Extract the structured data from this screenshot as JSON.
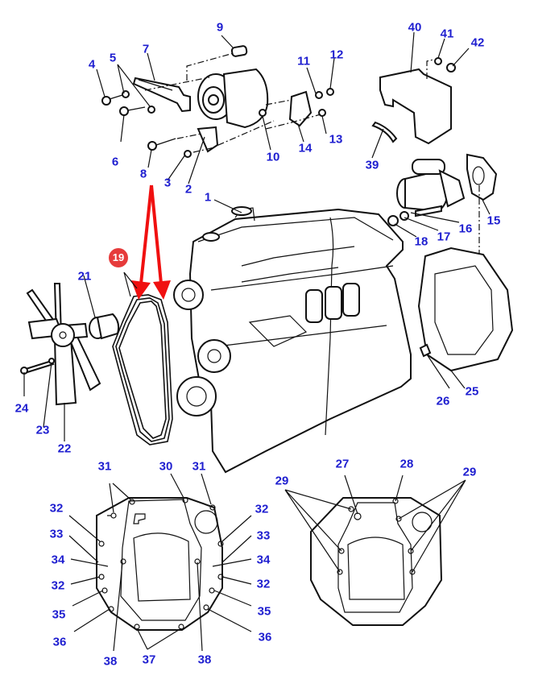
{
  "diagram": {
    "title": "Engine exploded parts diagram",
    "label_color": "#1f1fd0",
    "highlight_color": "#e63b3b",
    "arrow_color": "#f01010",
    "highlighted_part": "19",
    "labels": [
      {
        "id": "1",
        "text": "1"
      },
      {
        "id": "2",
        "text": "2"
      },
      {
        "id": "3",
        "text": "3"
      },
      {
        "id": "4",
        "text": "4"
      },
      {
        "id": "5",
        "text": "5"
      },
      {
        "id": "6",
        "text": "6"
      },
      {
        "id": "7",
        "text": "7"
      },
      {
        "id": "8",
        "text": "8"
      },
      {
        "id": "9",
        "text": "9"
      },
      {
        "id": "10",
        "text": "10"
      },
      {
        "id": "11",
        "text": "11"
      },
      {
        "id": "12",
        "text": "12"
      },
      {
        "id": "13",
        "text": "13"
      },
      {
        "id": "14",
        "text": "14"
      },
      {
        "id": "15",
        "text": "15"
      },
      {
        "id": "16",
        "text": "16"
      },
      {
        "id": "17",
        "text": "17"
      },
      {
        "id": "18",
        "text": "18"
      },
      {
        "id": "19",
        "text": "19"
      },
      {
        "id": "21",
        "text": "21"
      },
      {
        "id": "22",
        "text": "22"
      },
      {
        "id": "23",
        "text": "23"
      },
      {
        "id": "24",
        "text": "24"
      },
      {
        "id": "25",
        "text": "25"
      },
      {
        "id": "26",
        "text": "26"
      },
      {
        "id": "27",
        "text": "27"
      },
      {
        "id": "28",
        "text": "28"
      },
      {
        "id": "29a",
        "text": "29"
      },
      {
        "id": "29b",
        "text": "29"
      },
      {
        "id": "30",
        "text": "30"
      },
      {
        "id": "31a",
        "text": "31"
      },
      {
        "id": "31b",
        "text": "31"
      },
      {
        "id": "32a",
        "text": "32"
      },
      {
        "id": "32b",
        "text": "32"
      },
      {
        "id": "32c",
        "text": "32"
      },
      {
        "id": "32d",
        "text": "32"
      },
      {
        "id": "33a",
        "text": "33"
      },
      {
        "id": "33b",
        "text": "33"
      },
      {
        "id": "34a",
        "text": "34"
      },
      {
        "id": "34b",
        "text": "34"
      },
      {
        "id": "35a",
        "text": "35"
      },
      {
        "id": "35b",
        "text": "35"
      },
      {
        "id": "36a",
        "text": "36"
      },
      {
        "id": "36b",
        "text": "36"
      },
      {
        "id": "37",
        "text": "37"
      },
      {
        "id": "38a",
        "text": "38"
      },
      {
        "id": "38b",
        "text": "38"
      },
      {
        "id": "39",
        "text": "39"
      },
      {
        "id": "40",
        "text": "40"
      },
      {
        "id": "41",
        "text": "41"
      },
      {
        "id": "42",
        "text": "42"
      }
    ]
  }
}
